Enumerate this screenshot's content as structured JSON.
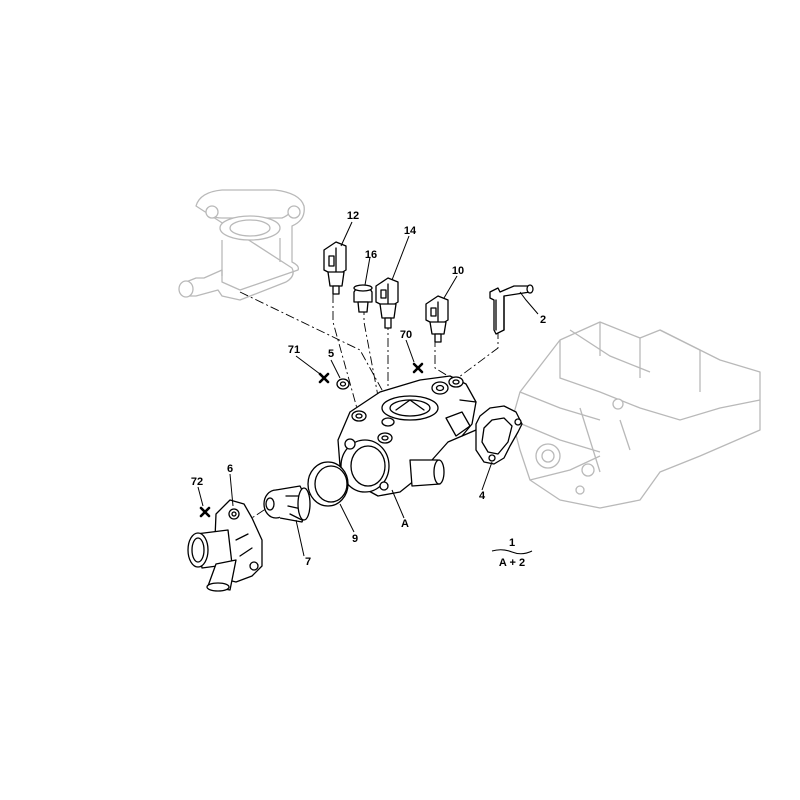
{
  "colors": {
    "ink": "#000000",
    "ghost": "#b9b9b9",
    "background": "#ffffff"
  },
  "callouts": {
    "n12": "12",
    "n16": "16",
    "n14": "14",
    "n10": "10",
    "n2": "2",
    "n70": "70",
    "n71": "71",
    "n5": "5",
    "n72": "72",
    "n6": "6",
    "n7": "7",
    "n9": "9",
    "nA": "A",
    "n4": "4"
  },
  "assembly_note": {
    "number": "1",
    "formula": "A + 2"
  },
  "icons": {
    "marker": "cross-marker-icon"
  }
}
